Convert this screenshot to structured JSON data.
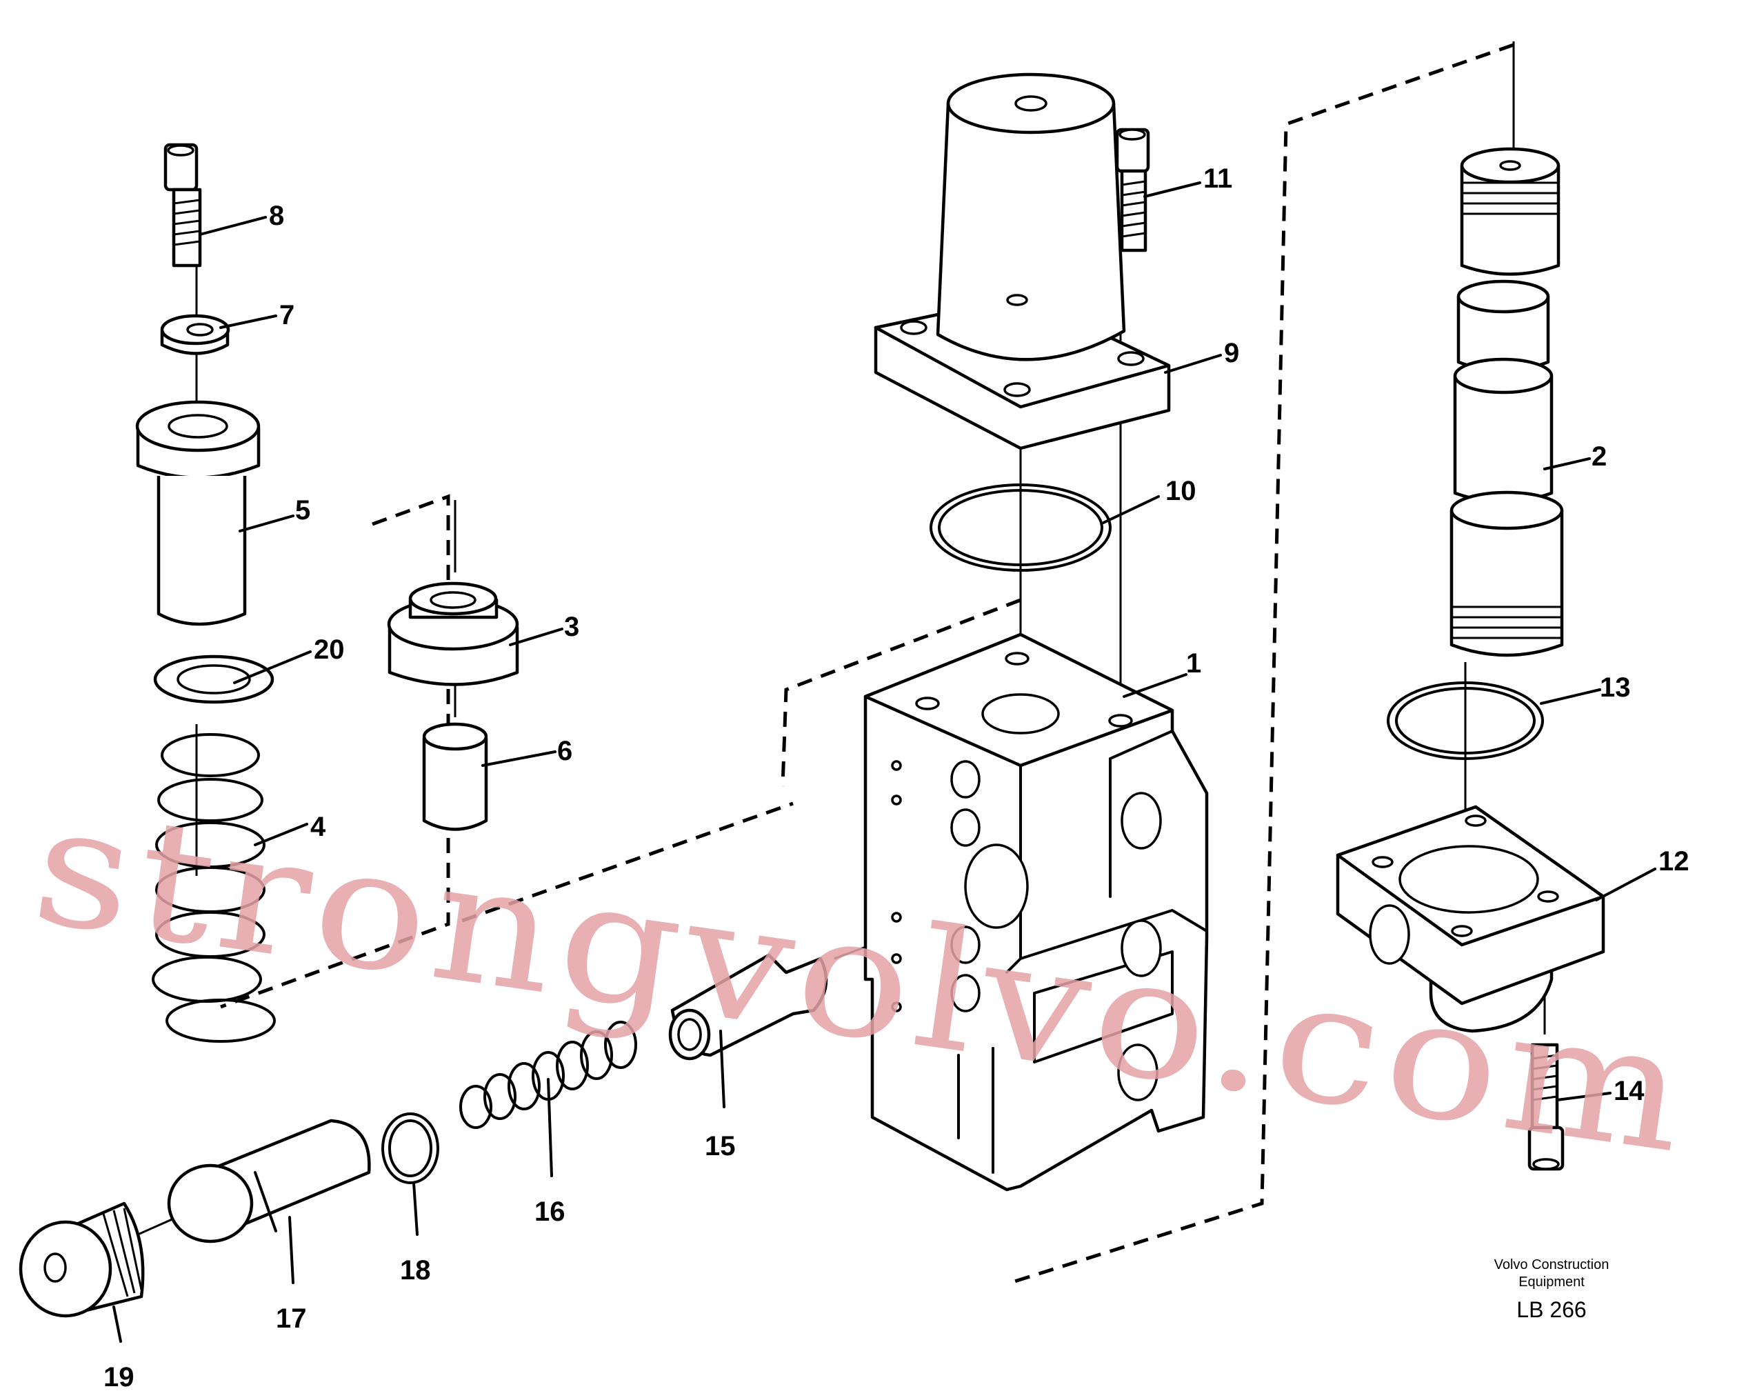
{
  "watermark": "strongvolvo.com",
  "credit": {
    "line1": "Volvo Construction",
    "line2": "Equipment",
    "code": "LB 266"
  },
  "callouts": [
    "1",
    "2",
    "3",
    "4",
    "5",
    "6",
    "7",
    "8",
    "9",
    "10",
    "11",
    "12",
    "13",
    "14",
    "15",
    "16",
    "17",
    "18",
    "19",
    "20"
  ]
}
